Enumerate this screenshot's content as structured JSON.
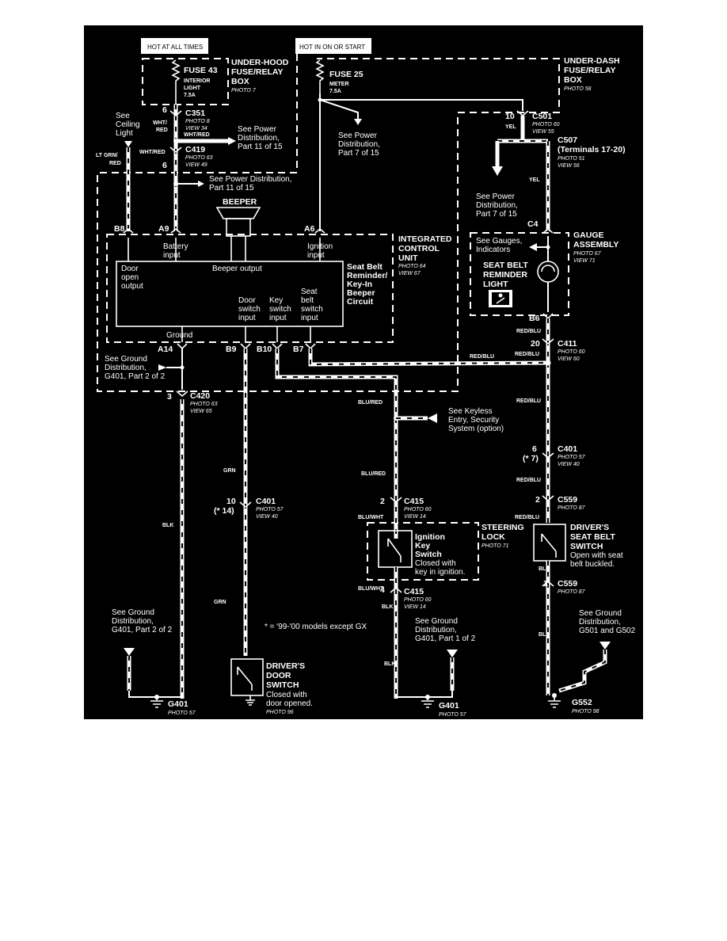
{
  "title": "",
  "supply": {
    "hot_all_times": "HOT AT ALL TIMES",
    "hot_on_start": "HOT IN ON OR START"
  },
  "underhood": {
    "fuse": "FUSE 43",
    "fuse_name": [
      "INTERIOR",
      "LIGHT",
      "7.5A"
    ],
    "box": [
      "UNDER-HOOD",
      "FUSE/RELAY",
      "BOX"
    ],
    "photo": "PHOTO 7"
  },
  "underdash": {
    "fuse": "FUSE 25",
    "fuse_name": [
      "METER",
      "7.5A"
    ],
    "box": [
      "UNDER-DASH",
      "FUSE/RELAY",
      "BOX"
    ],
    "photo": "PHOTO 58"
  },
  "connectors": {
    "c351": {
      "pin": "6",
      "name": "C351",
      "photo": "PHOTO 8",
      "view": "VIEW 34"
    },
    "c419": {
      "pin": "6",
      "name": "C419",
      "photo": "PHOTO 63",
      "view": "VIEW 49"
    },
    "c501": {
      "pin": "10",
      "name": "C501",
      "photo": "PHOTO 60",
      "view": "VIEW 55"
    },
    "c507": {
      "name": "C507",
      "terminals": "(Terminals 17-20)",
      "photo": "PHOTO 51",
      "view": "VIEW 56"
    },
    "c411": {
      "pin": "20",
      "name": "C411",
      "photo": "PHOTO 60",
      "view": "VIEW 60"
    },
    "c420": {
      "pin": "3",
      "name": "C420",
      "photo": "PHOTO 63",
      "view": "VIEW 65"
    },
    "c401a": {
      "pin": "10",
      "note": "(* 14)",
      "name": "C401",
      "photo": "PHOTO 57",
      "view": "VIEW 40"
    },
    "c401b": {
      "pin": "6",
      "note": "(* 7)",
      "name": "C401",
      "photo": "PHOTO 57",
      "view": "VIEW 40"
    },
    "c415a": {
      "pin": "2",
      "name": "C415",
      "photo": "PHOTO 60",
      "view": "VIEW 14"
    },
    "c415b": {
      "pin": "4",
      "name": "C415",
      "photo": "PHOTO 60",
      "view": "VIEW 14"
    },
    "c559a": {
      "pin": "2",
      "name": "C559",
      "photo": "PHOTO 87"
    },
    "c559b": {
      "pin": "1",
      "name": "C559",
      "photo": "PHOTO 87"
    },
    "c4": "C4",
    "b6": "B6"
  },
  "wires": {
    "wht_red_a": [
      "WHT/",
      "RED"
    ],
    "wht_red_b": "WHT/RED",
    "wht_red_c": "WHT/RED",
    "lt_grn_red": [
      "LT GRN/",
      "RED"
    ],
    "yel_a": "YEL",
    "yel_b": "YEL",
    "red_blu_1": "RED/BLU",
    "red_blu_2": "RED/BLU",
    "red_blu_3": "RED/BLU",
    "red_blu_4": "RED/BLU",
    "red_blu_5": "RED/BLU",
    "red_blu_6": "RED/BLU",
    "blu_red_1": "BLU/RED",
    "blu_red_2": "BLU/RED",
    "blu_wht_1": "BLU/WHT",
    "blu_wht_2": "BLU/WHT",
    "grn_1": "GRN",
    "grn_2": "GRN",
    "blk_1": "BLK",
    "blk_2": "BLK",
    "blk_3": "BLK",
    "blk_4": "BLK",
    "blk_5": "BLK"
  },
  "refs": {
    "ceiling": [
      "See",
      "Ceiling",
      "Light"
    ],
    "power_11_a": [
      "See Power",
      "Distribution,",
      "Part 11 of 15"
    ],
    "power_11_b": [
      "See Power Distribution,",
      "Part 11 of 15"
    ],
    "power_7_a": [
      "See Power",
      "Distribution,",
      "Part 7 of 15"
    ],
    "power_7_b": [
      "See Power",
      "Distribution,",
      "Part 7 of 15"
    ],
    "ground_ctrl": [
      "See Ground",
      "Distribution,",
      "G401, Part 2 of 2"
    ],
    "ground_left": [
      "See Ground",
      "Distribution,",
      "G401, Part 2 of 2"
    ],
    "ground_mid": [
      "See Ground",
      "Distribution,",
      "G401, Part 1 of 2"
    ],
    "ground_right": [
      "See Ground",
      "Distribution,",
      "G501 and G502"
    ],
    "keyless": [
      "See Keyless",
      "Entry, Security",
      "System (option)"
    ],
    "gauges": [
      "See Gauges,",
      "Indicators"
    ],
    "footnote": "* = '99-'00 models except GX"
  },
  "beeper": "BEEPER",
  "control_unit": {
    "title": [
      "INTEGRATED",
      "CONTROL",
      "UNIT"
    ],
    "photo": "PHOTO 64",
    "view": "VIEW 67",
    "circuit": [
      "Seat Belt",
      "Reminder/",
      "Key-In",
      "Beeper",
      "Circuit"
    ],
    "battery": [
      "Battery",
      "input"
    ],
    "ignition": [
      "Ignition",
      "input"
    ],
    "door_out": [
      "Door",
      "open",
      "output"
    ],
    "beeper_out": "Beeper output",
    "door_in": [
      "Door",
      "switch",
      "input"
    ],
    "key_in": [
      "Key",
      "switch",
      "input"
    ],
    "seat_in": [
      "Seat",
      "belt",
      "switch",
      "input"
    ],
    "ground": "Ground",
    "pins": {
      "b8": "B8",
      "a9": "A9",
      "a6": "A6",
      "a14": "A14",
      "b9": "B9",
      "b10": "B10",
      "b7": "B7"
    }
  },
  "gauge": {
    "title": [
      "GAUGE",
      "ASSEMBLY"
    ],
    "photo": "PHOTO 67",
    "view": "VIEW 71",
    "light": [
      "SEAT BELT",
      "REMINDER",
      "LIGHT"
    ]
  },
  "ignition_switch": {
    "name": [
      "Ignition",
      "Key",
      "Switch"
    ],
    "state": [
      "Closed with",
      "key in ignition."
    ],
    "lock": [
      "STEERING",
      "LOCK"
    ],
    "photo": "PHOTO 71"
  },
  "seat_switch": {
    "name": [
      "DRIVER'S",
      "SEAT BELT",
      "SWITCH"
    ],
    "state": [
      "Open with seat",
      "belt buckled."
    ]
  },
  "door_switch": {
    "name": [
      "DRIVER'S",
      "DOOR",
      "SWITCH"
    ],
    "state": [
      "Closed with",
      "door opened."
    ],
    "photo": "PHOTO 96"
  },
  "grounds": {
    "g401a": {
      "name": "G401",
      "photo": "PHOTO 57"
    },
    "g401b": {
      "name": "G401",
      "photo": "PHOTO 57"
    },
    "g552": {
      "name": "G552",
      "photo": "PHOTO 98"
    }
  }
}
